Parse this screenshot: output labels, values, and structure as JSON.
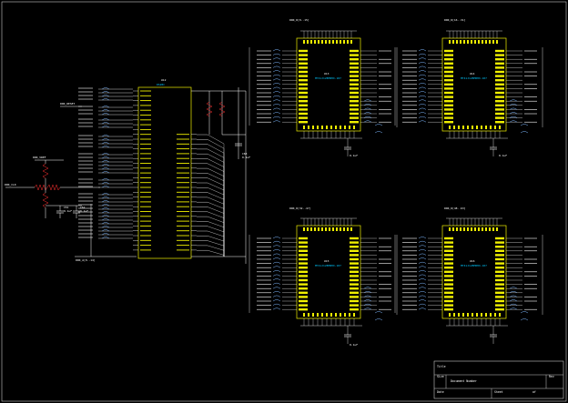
{
  "colors": {
    "background": "#000000",
    "wire": "#ffffff",
    "chip_body": "#f0f000",
    "chip_text": "#f0f000",
    "part_text": "#00c8ff",
    "bus_entry": "#7fb8ff",
    "resistor": "#ff3030",
    "frame": "#c8c8c8"
  },
  "main_chip": {
    "ref": "U12",
    "part": "DS28C"
  },
  "memory_chips": [
    {
      "ref": "U13",
      "part": "MT41J128M8HX-187"
    },
    {
      "ref": "U14",
      "part": "MT41J128M8HX-187"
    },
    {
      "ref": "U15",
      "part": "MT41J128M8HX-187"
    },
    {
      "ref": "U16",
      "part": "MT41J128M8HX-187"
    }
  ],
  "net_labels": {
    "clock_in": "DDR_CLK",
    "top_left_bus": "DDR_D[0..15]",
    "top_right_bus": "DDR_D[16..31]",
    "bottom_left_bus": "DDR_D[32..47]",
    "bottom_right_bus": "DDR_D[48..63]",
    "left_bus": "DDR_A[0..14]",
    "reset": "DDR_RESET",
    "vref": "DDR_VREF"
  },
  "caps": [
    {
      "ref": "C61",
      "value": "0.1uF"
    },
    {
      "ref": "C62",
      "value": "0.1uF"
    },
    {
      "ref": "C63",
      "value": "0.1uF"
    },
    {
      "ref": "C64",
      "value": "0.1uF"
    },
    {
      "ref": "C65",
      "value": "0.1uF"
    },
    {
      "ref": "C66",
      "value": "0.1uF"
    }
  ],
  "title_block": {
    "title_label": "Title",
    "title": "Document Number",
    "size_label": "Size",
    "rev_label": "Rev",
    "date_label": "Date",
    "sheet_label": "Sheet",
    "sheet_of": "of"
  }
}
